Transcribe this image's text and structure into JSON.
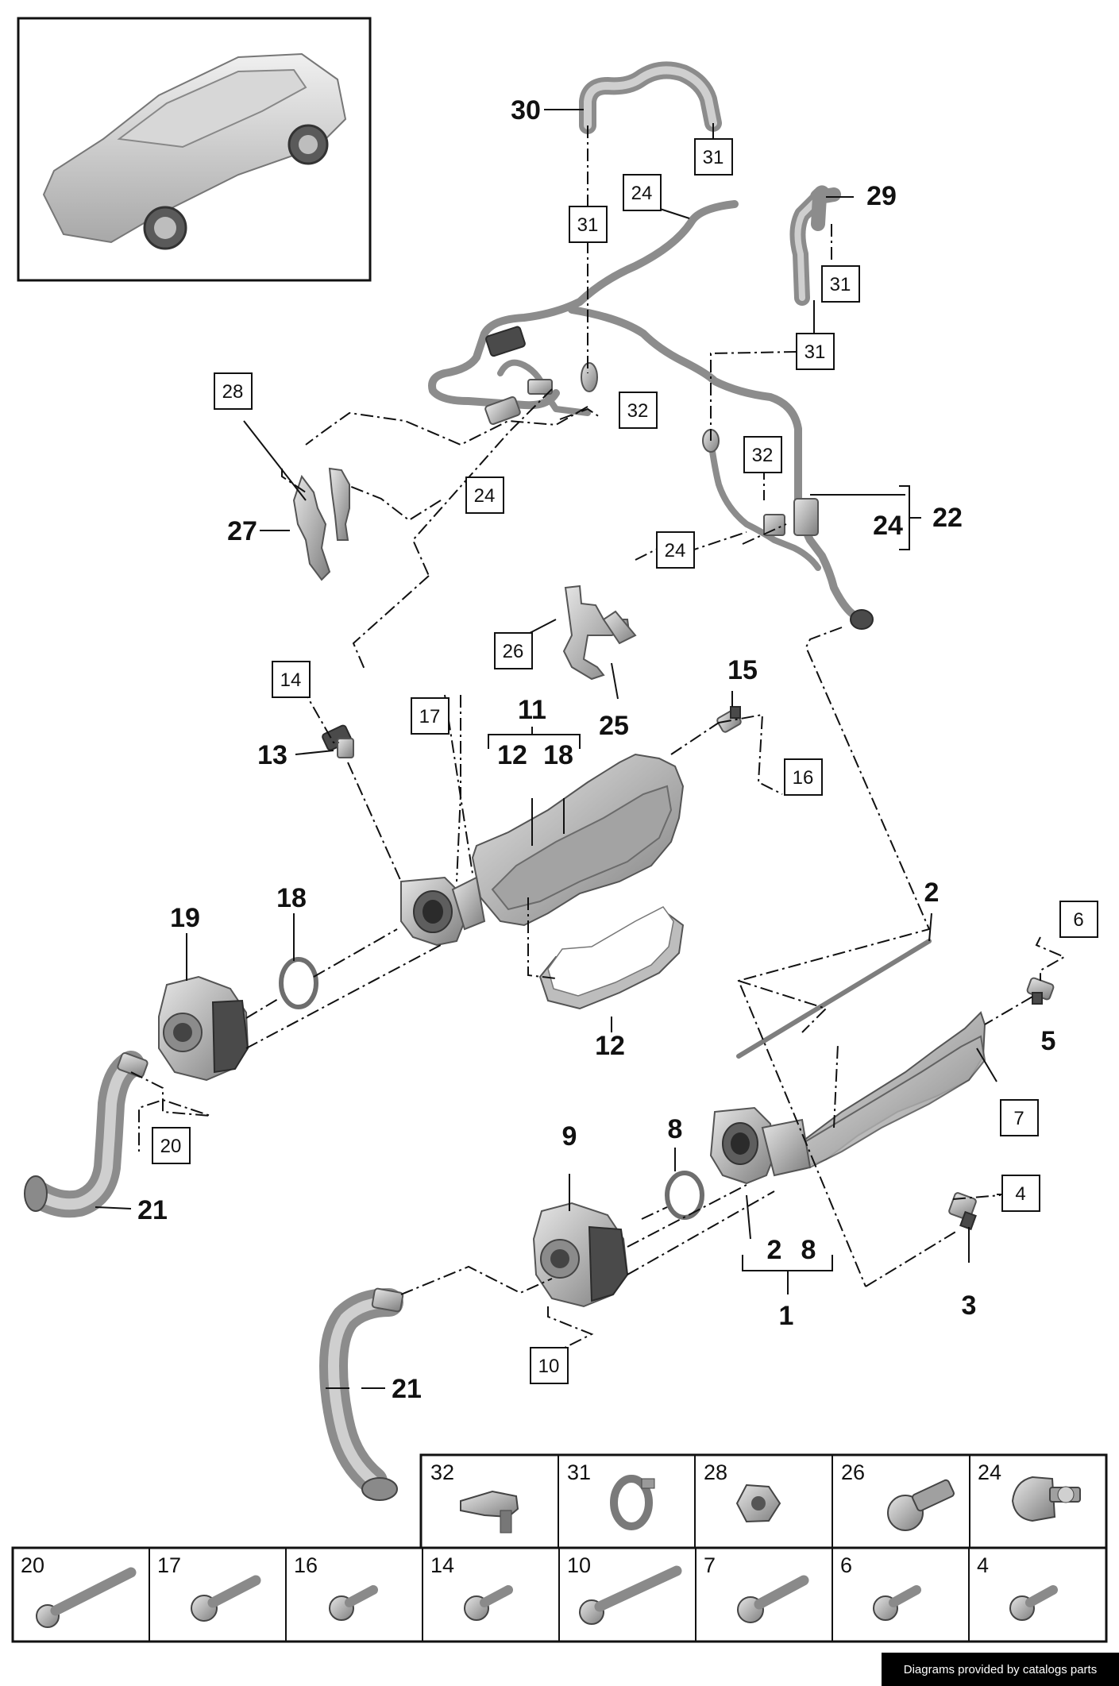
{
  "callouts": {
    "c1": "1",
    "c2": "2",
    "c2b": "2",
    "c3": "3",
    "c5": "5",
    "c8": "8",
    "c8b": "8",
    "c9": "9",
    "c11": "11",
    "c12a": "12",
    "c12b": "12",
    "c13": "13",
    "c15": "15",
    "c18a": "18",
    "c18b": "18",
    "c19": "19",
    "c21a": "21",
    "c21b": "21",
    "c22": "22",
    "c24": "24",
    "c25": "25",
    "c27": "27",
    "c29": "29",
    "c30": "30"
  },
  "boxes": {
    "b4": "4",
    "b6": "6",
    "b7": "7",
    "b10": "10",
    "b14": "14",
    "b16": "16",
    "b17": "17",
    "b20": "20",
    "b24a": "24",
    "b24b": "24",
    "b24c": "24",
    "b26": "26",
    "b28": "28",
    "b31a": "31",
    "b31b": "31",
    "b31c": "31",
    "b31d": "31",
    "b32a": "32",
    "b32b": "32"
  },
  "legend_top": [
    "32",
    "31",
    "28",
    "26",
    "24"
  ],
  "legend_bottom": [
    "20",
    "17",
    "16",
    "14",
    "10",
    "7",
    "6",
    "4"
  ],
  "footer": "Diagrams provided by catalogs parts"
}
